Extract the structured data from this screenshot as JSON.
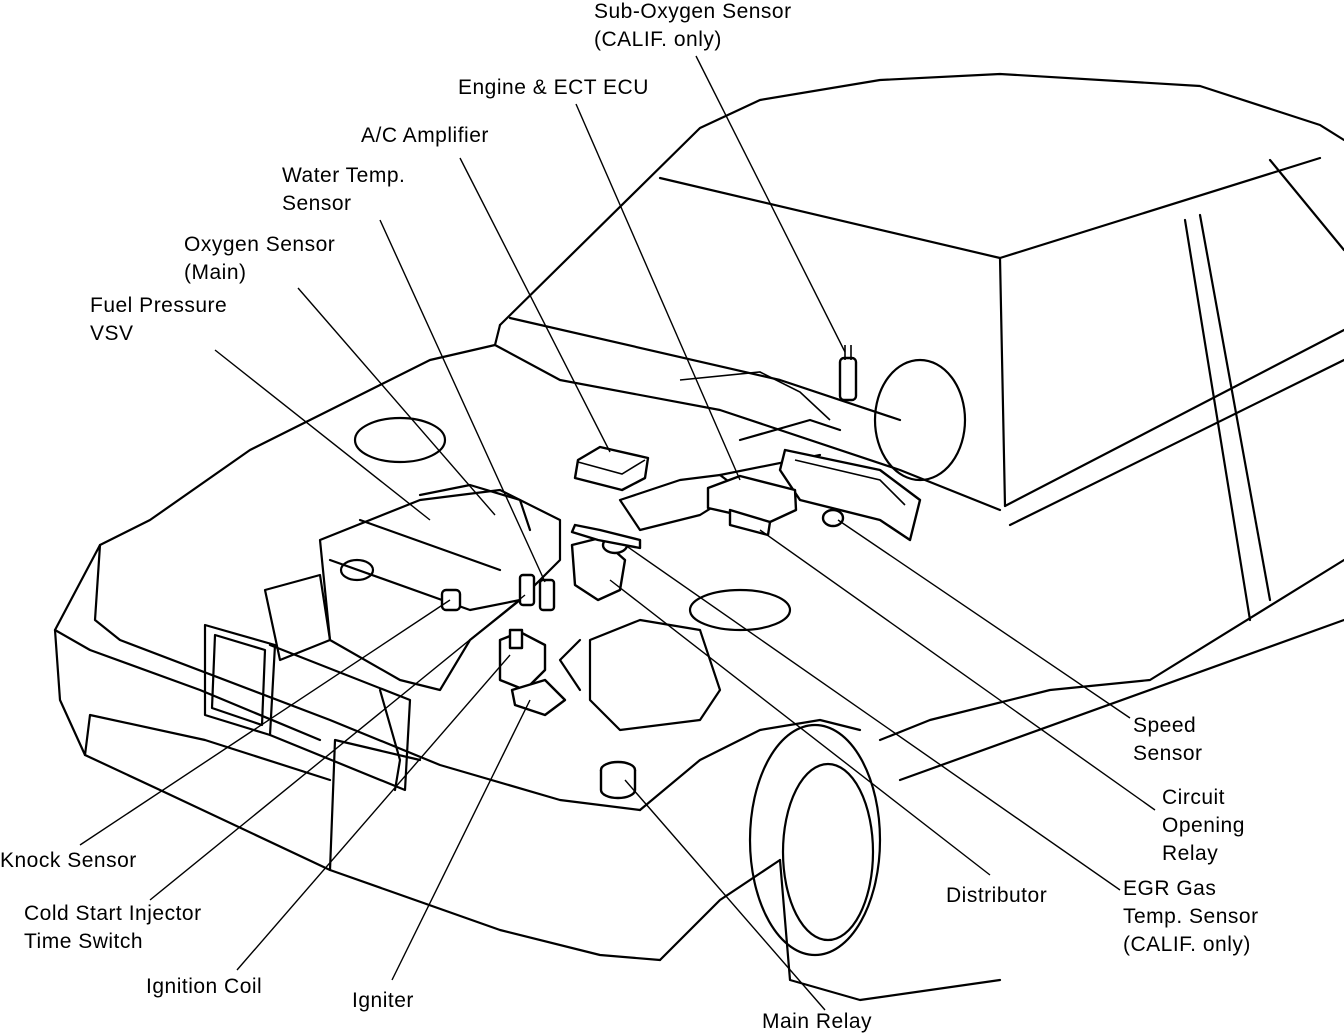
{
  "labels": {
    "sub_oxygen_sensor": [
      "Sub-Oxygen Sensor",
      "(CALIF. only)"
    ],
    "engine_ect_ecu": [
      "Engine & ECT ECU"
    ],
    "ac_amplifier": [
      "A/C Amplifier"
    ],
    "water_temp_sensor": [
      "Water Temp.",
      "Sensor"
    ],
    "oxygen_sensor_main": [
      "Oxygen Sensor",
      "(Main)"
    ],
    "fuel_pressure_vsv": [
      "Fuel Pressure",
      "VSV"
    ],
    "speed_sensor": [
      "Speed",
      "Sensor"
    ],
    "circuit_opening_relay": [
      "Circuit",
      "Opening",
      "Relay"
    ],
    "knock_sensor": [
      "Knock Sensor"
    ],
    "cold_start_injector_time_switch": [
      "Cold Start Injector",
      "Time Switch"
    ],
    "distributor": [
      "Distributor"
    ],
    "egr_gas_temp_sensor": [
      "EGR Gas",
      "Temp. Sensor",
      "(CALIF. only)"
    ],
    "ignition_coil": [
      "Ignition Coil"
    ],
    "igniter": [
      "Igniter"
    ],
    "main_relay": [
      "Main Relay"
    ]
  }
}
